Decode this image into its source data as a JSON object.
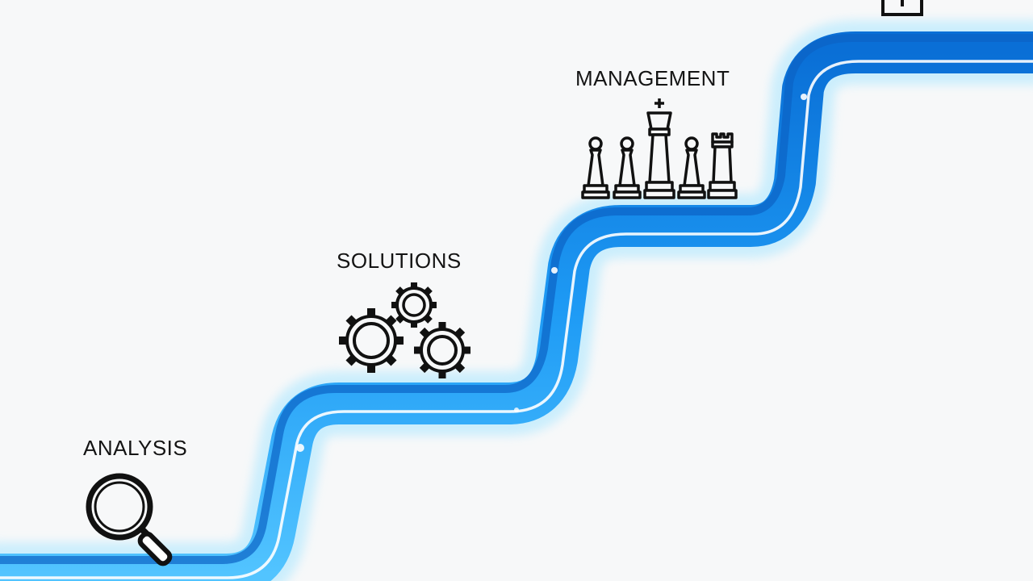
{
  "steps": [
    {
      "label": "ANALYSIS",
      "icon": "magnifier-icon"
    },
    {
      "label": "SOLUTIONS",
      "icon": "gears-icon"
    },
    {
      "label": "MANAGEMENT",
      "icon": "chess-pieces-icon"
    },
    {
      "label": "",
      "icon": "partial-top-icon"
    }
  ],
  "colors": {
    "path_dark": "#0a72d8",
    "path_mid": "#1e9bf5",
    "path_light": "#66ccff",
    "glow": "#bfeeff",
    "icon_stroke": "#111111",
    "background": "#f7f8f9"
  }
}
